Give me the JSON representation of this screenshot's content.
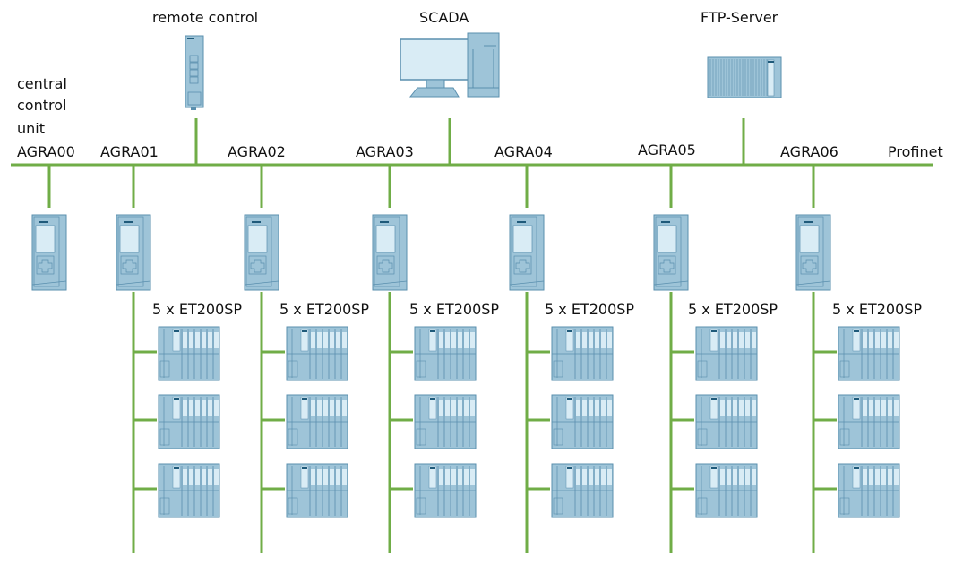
{
  "diagram": {
    "bus_label": "Profinet",
    "bus_color": "#70ad47",
    "device_fill": "#9ec4d8",
    "device_stroke": "#5a8fae",
    "screen_fill": "#d9ecf5",
    "top_devices": [
      {
        "id": "remote",
        "label": "remote control",
        "type": "switch"
      },
      {
        "id": "scada",
        "label": "SCADA",
        "type": "pc"
      },
      {
        "id": "ftp",
        "label": "FTP-Server",
        "type": "server"
      }
    ],
    "central_unit": {
      "label_lines": [
        "central",
        "control",
        "unit",
        "AGRA00"
      ]
    },
    "stations": [
      {
        "name": "AGRA01",
        "io_label": "5 x ET200SP"
      },
      {
        "name": "AGRA02",
        "io_label": "5 x ET200SP"
      },
      {
        "name": "AGRA03",
        "io_label": "5 x ET200SP"
      },
      {
        "name": "AGRA04",
        "io_label": "5 x ET200SP"
      },
      {
        "name": "AGRA05",
        "io_label": "5 x ET200SP"
      },
      {
        "name": "AGRA06",
        "io_label": "5 x ET200SP"
      }
    ],
    "io_modules_drawn_per_station": 3
  }
}
